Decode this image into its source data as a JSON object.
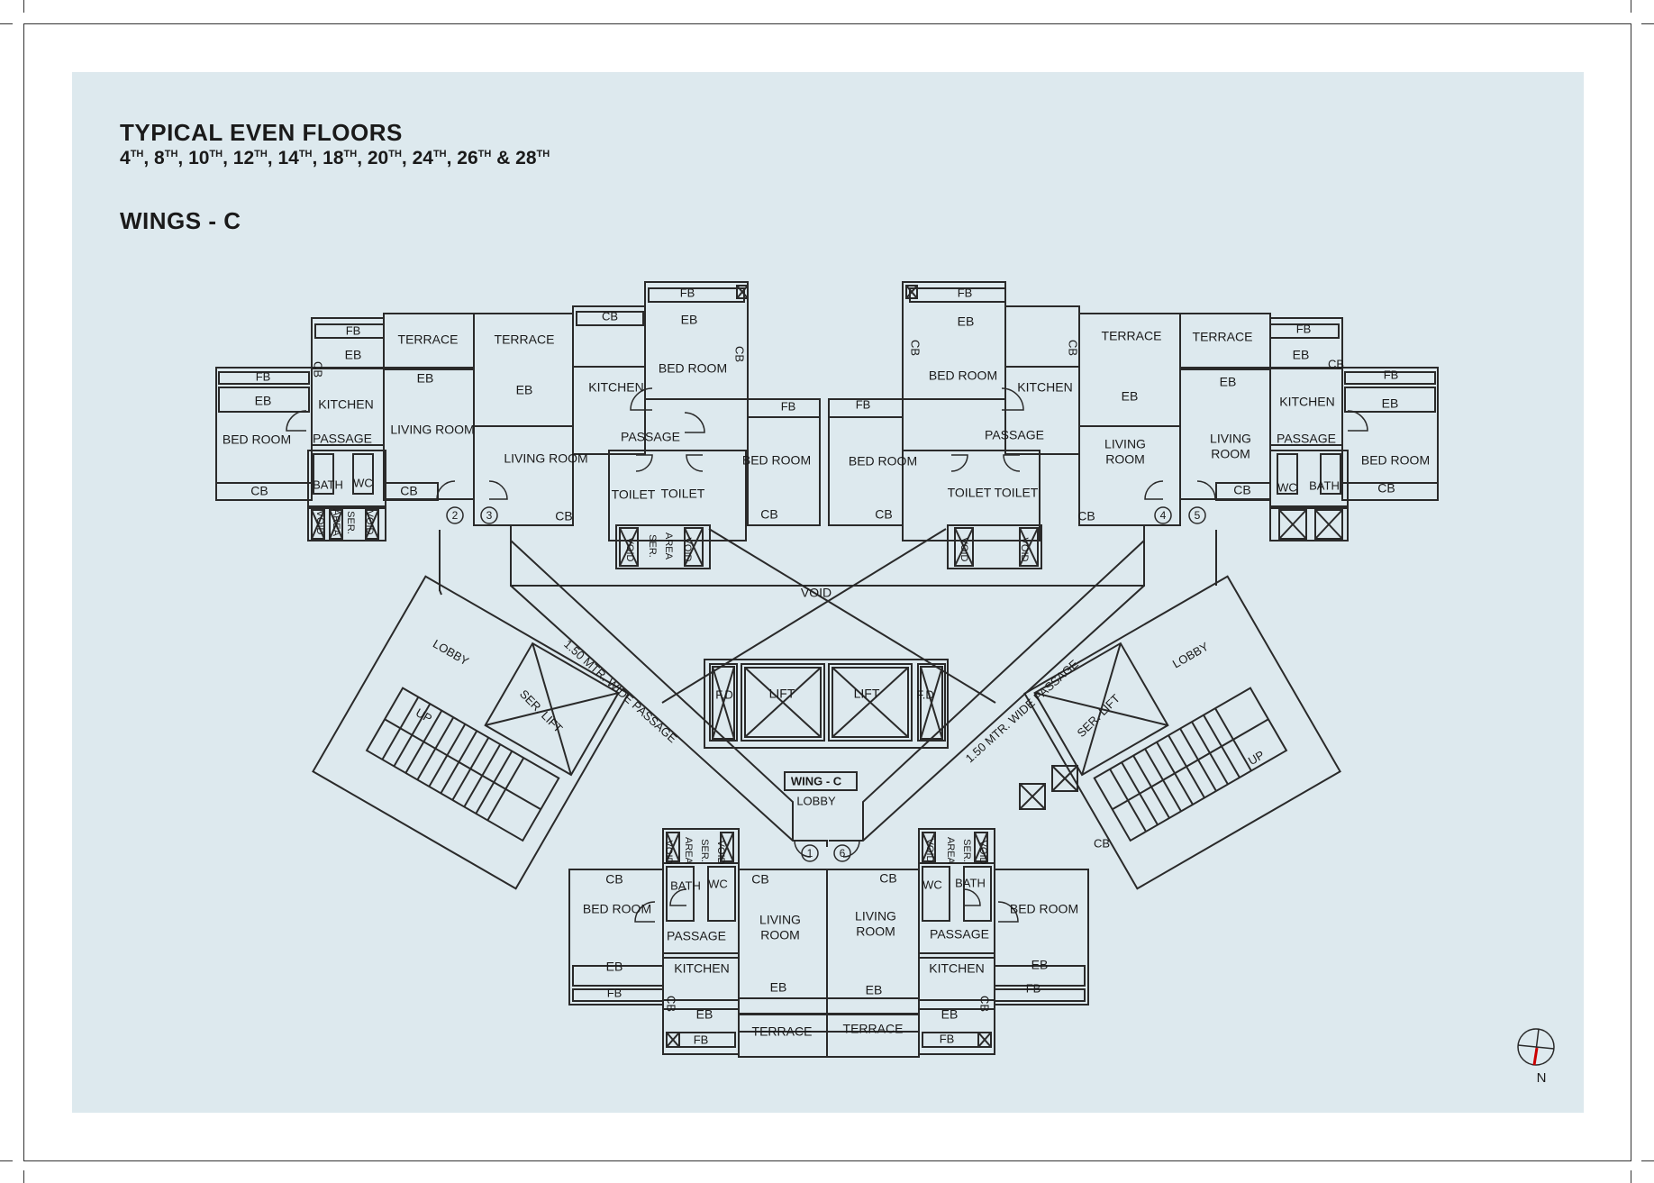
{
  "header": {
    "title": "TYPICAL EVEN FLOORS",
    "floors": [
      {
        "n": "4",
        "sup": "TH"
      },
      {
        "n": "8",
        "sup": "TH"
      },
      {
        "n": "10",
        "sup": "TH"
      },
      {
        "n": "12",
        "sup": "TH"
      },
      {
        "n": "14",
        "sup": "TH"
      },
      {
        "n": "18",
        "sup": "TH"
      },
      {
        "n": "20",
        "sup": "TH"
      },
      {
        "n": "24",
        "sup": "TH"
      },
      {
        "n": "26",
        "sup": "TH"
      },
      {
        "n": "28",
        "sup": "TH"
      }
    ],
    "floors_and": "&",
    "wing": "WINGS - C"
  },
  "center": {
    "wing_label": "WING - C",
    "lobby": "LOBBY",
    "void": "VOID",
    "lift": "LIFT",
    "fire_duct": "F.D",
    "ser_lift": "SER. LIFT",
    "passage": "1.50 MTR.  WIDE PASSAGE",
    "up": "UP",
    "cb": "CB"
  },
  "flat_numbers": [
    "1",
    "2",
    "3",
    "4",
    "5",
    "6"
  ],
  "labels": {
    "fb": "FB",
    "eb": "EB",
    "cb": "CB",
    "terrace": "TERRACE",
    "kitchen": "KITCHEN",
    "bedroom": "BED ROOM",
    "living": "LIVING ROOM",
    "living1": "LIVING",
    "living2": "ROOM",
    "passage": "PASSAGE",
    "toilet": "TOILET",
    "bath": "BATH",
    "wc": "WC",
    "void": "VOID",
    "ser": "SER.",
    "area": "AREA"
  },
  "compass": {
    "north": "N"
  },
  "colors": {
    "panel": "#dde9ee",
    "line": "#2a2a2a",
    "north_marker": "#cc0000"
  }
}
